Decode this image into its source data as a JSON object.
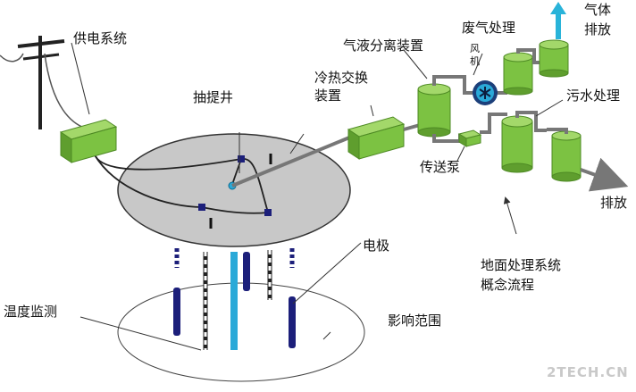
{
  "labels": {
    "power_system": "供电系统",
    "extraction_well": "抽提井",
    "condensing_heat_exchanger_line1": "冷热交换",
    "condensing_heat_exchanger_line2": "装置",
    "gas_liquid_separator": "气液分离装置",
    "waste_gas_treatment": "废气处理",
    "fan_line1": "风",
    "fan_line2": "机",
    "gas_emission_line1": "气体",
    "gas_emission_line2": "排放",
    "wastewater_treatment": "污水处理",
    "transfer_pump": "传送泵",
    "discharge": "排放",
    "electrode": "电极",
    "temperature_monitoring": "温度监测",
    "influence_range": "影响范围",
    "ground_treatment_line1": "地面处理系统",
    "ground_treatment_line2": "概念流程",
    "watermark": "2TECH.CN"
  },
  "colors": {
    "equipment_green": "#7cc242",
    "equipment_green_dark": "#4e8a24",
    "platform_gray": "#c8c8c8",
    "electrode_navy": "#1c1f7a",
    "extraction_cyan": "#2aa9d8",
    "pipe_gray": "#777777",
    "arrow_cyan": "#29b3d9"
  }
}
